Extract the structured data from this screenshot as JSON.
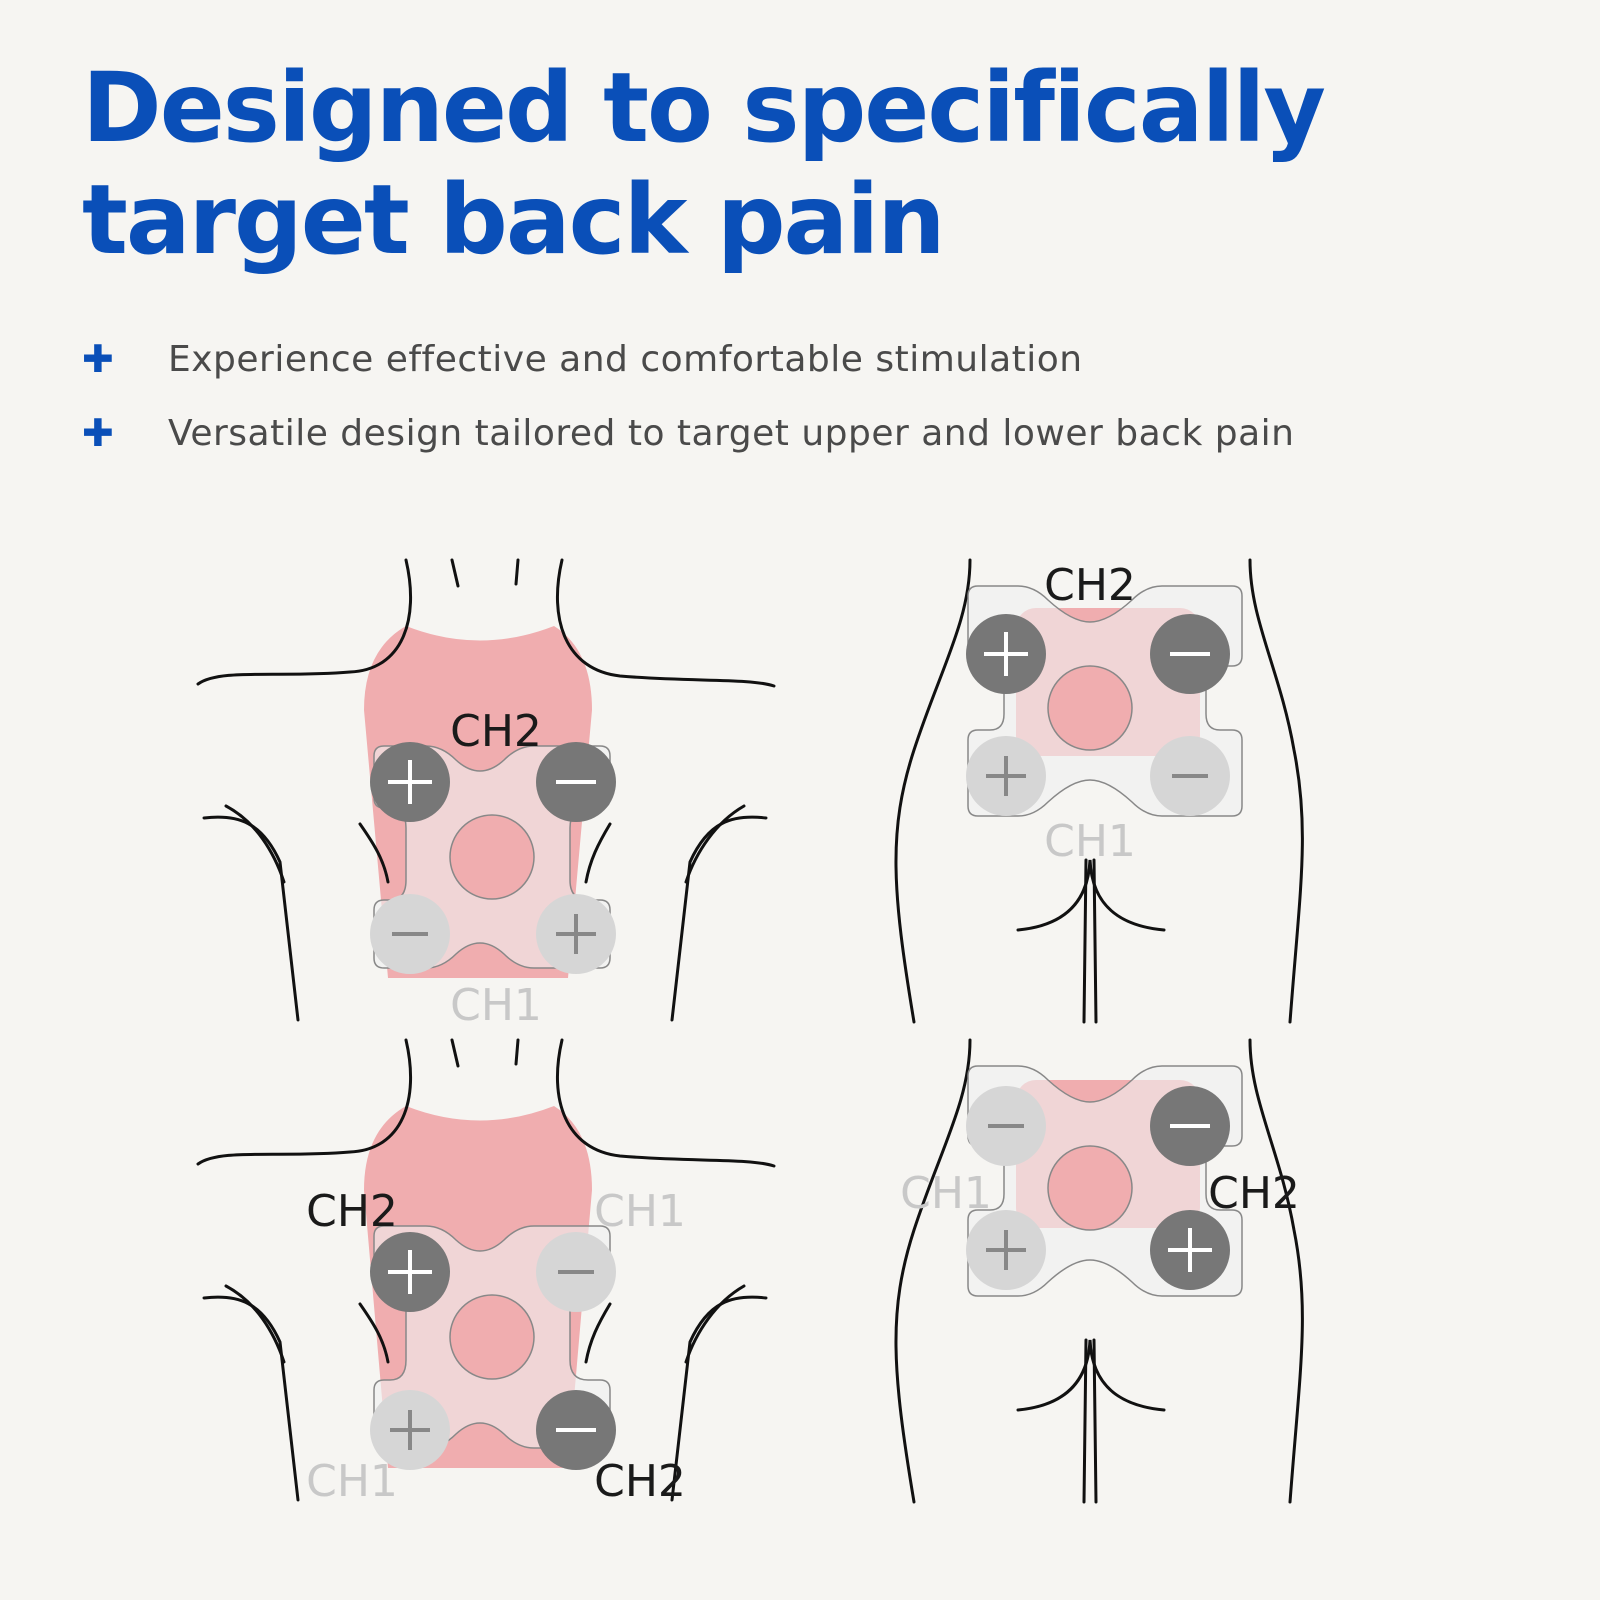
{
  "header": {
    "title_line1": "Designed to specifically",
    "title_line2": "target back pain"
  },
  "features": [
    {
      "icon": "plus-icon",
      "text": "Experience effective and comfortable stimulation"
    },
    {
      "icon": "plus-icon",
      "text": "Versatile design tailored to target upper and lower back pain"
    }
  ],
  "labels": {
    "ch1": "CH1",
    "ch2": "CH2"
  },
  "colors": {
    "brand": "#0a4fb8",
    "target_area": "#f0adaf",
    "electrode_active": "#777777",
    "electrode_inactive": "#d6d6d6",
    "label_active": "#1a1a1a",
    "label_inactive": "#c8c8c8"
  },
  "placements": [
    {
      "id": "upper-back-1",
      "region": "upper back"
    },
    {
      "id": "upper-back-2",
      "region": "upper back"
    },
    {
      "id": "lower-back-1",
      "region": "lower back"
    },
    {
      "id": "lower-back-2",
      "region": "lower back"
    }
  ]
}
